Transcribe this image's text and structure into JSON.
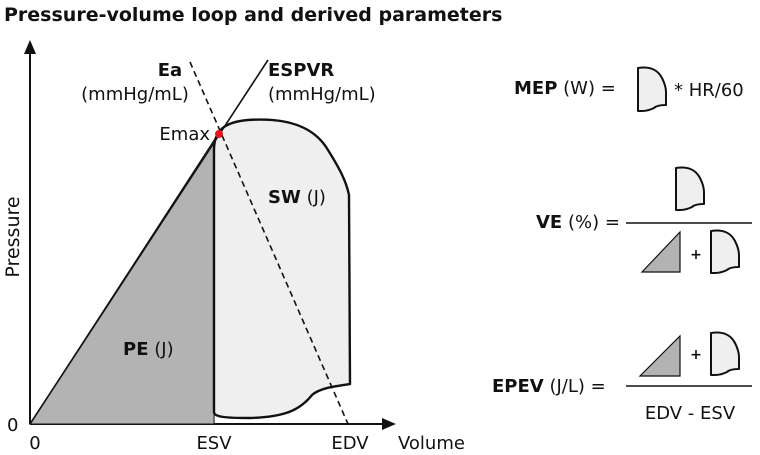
{
  "title": "Pressure-volume loop and derived parameters",
  "axes": {
    "y_label": "Pressure",
    "x_label": "Volume",
    "y_zero": "0",
    "x_zero": "0",
    "esv": "ESV",
    "edv": "EDV"
  },
  "lines": {
    "ea_name": "Ea",
    "ea_unit": "(mmHg/mL)",
    "espvr_name": "ESPVR",
    "espvr_unit": "(mmHg/mL)",
    "emax": "Emax"
  },
  "areas": {
    "sw_name": "SW",
    "sw_unit": "(J)",
    "pe_name": "PE",
    "pe_unit": "(J)"
  },
  "formulas": {
    "mep_name": "MEP",
    "mep_unit": "(W)",
    "mep_eq": "=",
    "mep_tail": "* HR/60",
    "ve_name": "VE",
    "ve_unit": "(%)",
    "ve_eq": "=",
    "ve_plus": "+",
    "epev_name": "EPEV",
    "epev_unit": "(J/L)",
    "epev_eq": "=",
    "epev_plus": "+",
    "epev_denominator": "EDV - ESV"
  },
  "colors": {
    "pe_fill": "#b3b3b3",
    "sw_fill": "#efefef",
    "emax_point": "#e8141b",
    "stroke": "#111111"
  }
}
